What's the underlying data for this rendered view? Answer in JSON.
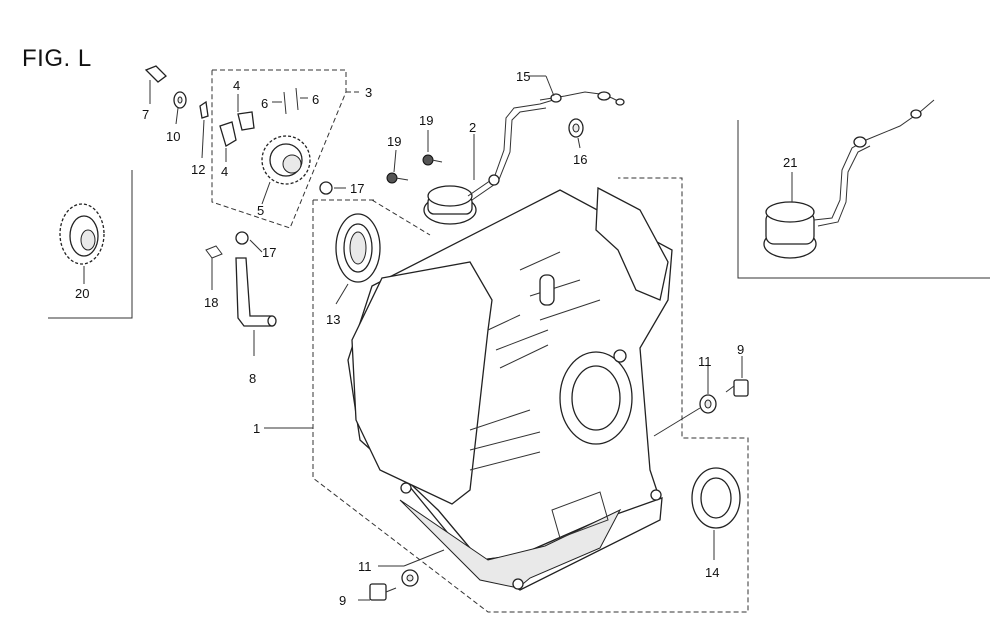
{
  "figure": {
    "title": "FIG. L"
  },
  "callouts": {
    "c1": "1",
    "c2": "2",
    "c3": "3",
    "c4a": "4",
    "c4b": "4",
    "c5": "5",
    "c6a": "6",
    "c6b": "6",
    "c7": "7",
    "c8": "8",
    "c9a": "9",
    "c9b": "9",
    "c10": "10",
    "c11a": "11",
    "c11b": "11",
    "c12": "12",
    "c13": "13",
    "c14": "14",
    "c15": "15",
    "c16": "16",
    "c17a": "17",
    "c17b": "17",
    "c18": "18",
    "c19a": "19",
    "c19b": "19",
    "c20": "20",
    "c21": "21"
  }
}
